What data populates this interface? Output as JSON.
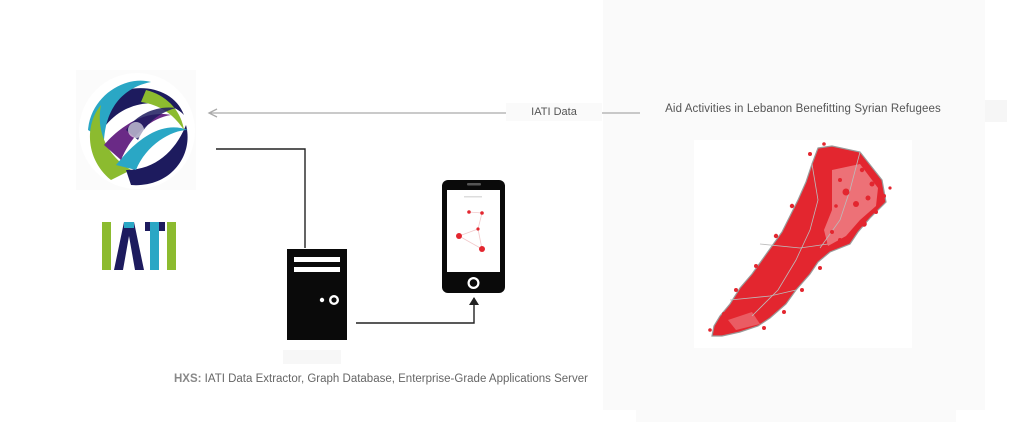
{
  "labels": {
    "iati_data": "IATI  Data",
    "map_title": "Aid Activities in Lebanon Benefitting Syrian Refugees",
    "caption_bold": "HXS:",
    "caption_text": " IATI Data Extractor, Graph Database, Enterprise-Grade Applications Server"
  },
  "logo": {
    "wordmark": "IATI",
    "colors": [
      "#1d1b5e",
      "#2aa7c5",
      "#8cbb2f",
      "#6a2a86"
    ]
  },
  "icons": [
    "globe-logo-icon",
    "server-icon",
    "smartphone-icon",
    "lebanon-map-icon"
  ],
  "colors": {
    "arrow": "#aaaaaa",
    "connector": "#222222",
    "dots": "#e3262f",
    "map_border": "#9a9a9a"
  }
}
